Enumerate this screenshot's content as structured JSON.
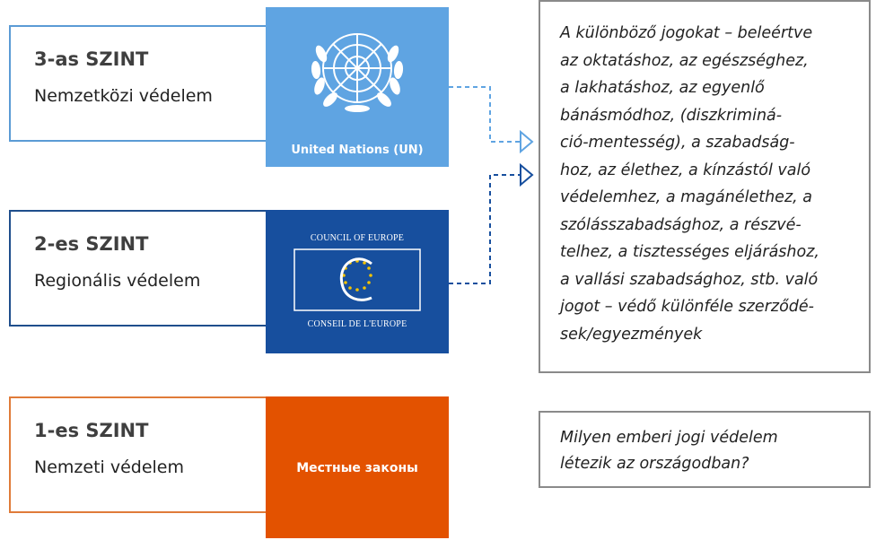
{
  "levels": [
    {
      "title": "3-as SZINT",
      "subtitle": "Nemzetközi védelem",
      "border_color": "#5b9bd5",
      "panel_color": "#5fa4e2",
      "caption": "United Nations (UN)",
      "logo_icon": "un-emblem-icon"
    },
    {
      "title": "2-es SZINT",
      "subtitle": "Regionális védelem",
      "border_color": "#1f4e8c",
      "panel_color": "#174f9e",
      "caption_top": "COUNCIL OF EUROPE",
      "caption_bottom": "CONSEIL DE L'EUROPE",
      "logo_icon": "council-of-europe-icon"
    },
    {
      "title": "1-es SZINT",
      "subtitle": "Nemzeti védelem",
      "border_color": "#e07b39",
      "panel_color": "#e35200",
      "caption": "Местные законы"
    }
  ],
  "descriptions": {
    "rights": "A különböző jogokat – beleértve\naz oktatáshoz, az egészséghez,\na lakhatáshoz, az egyenlő\nbánásmódhoz, (diszkriminá-\nció-mentesség), a szabadság-\nhoz, az élethez, a kínzástól való\nvédelemhez, a magánélethez, a\nszólásszabadsághoz, a részvé-\ntelhez, a tisztességes eljáráshoz,\na vallási szabadsághoz, stb. való\njogot – védő különféle szerződé-\nsek/egyezmények",
    "question": "Milyen emberi jogi védelem\nlétezik az országodban?"
  },
  "connector_colors": {
    "un": "#5fa4e2",
    "coe": "#174f9e"
  }
}
